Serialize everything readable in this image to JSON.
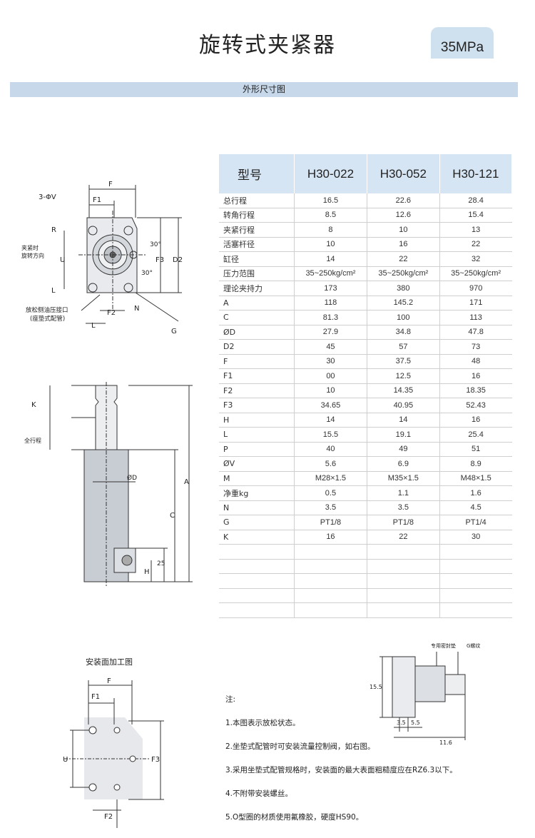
{
  "header": {
    "title": "旋转式夹紧器",
    "pressure": "35MPa"
  },
  "section": {
    "title": "外形尺寸图"
  },
  "table": {
    "header_label": "型号",
    "models": [
      "H30-022",
      "H30-052",
      "H30-121"
    ],
    "rows": [
      {
        "label": "总行程",
        "values": [
          "16.5",
          "22.6",
          "28.4"
        ]
      },
      {
        "label": "转角行程",
        "values": [
          "8.5",
          "12.6",
          "15.4"
        ]
      },
      {
        "label": "夹紧行程",
        "values": [
          "8",
          "10",
          "13"
        ]
      },
      {
        "label": "活塞杆径",
        "values": [
          "10",
          "16",
          "22"
        ]
      },
      {
        "label": "缸径",
        "values": [
          "14",
          "22",
          "32"
        ]
      },
      {
        "label": "压力范围",
        "values": [
          "35~250kg/cm²",
          "35~250kg/cm²",
          "35~250kg/cm²"
        ]
      },
      {
        "label": "理论夹持力",
        "values": [
          "173",
          "380",
          "970"
        ]
      },
      {
        "label": "A",
        "values": [
          "118",
          "145.2",
          "171"
        ]
      },
      {
        "label": "C",
        "values": [
          "81.3",
          "100",
          "113"
        ]
      },
      {
        "label": "ØD",
        "values": [
          "27.9",
          "34.8",
          "47.8"
        ]
      },
      {
        "label": "D2",
        "values": [
          "45",
          "57",
          "73"
        ]
      },
      {
        "label": "F",
        "values": [
          "30",
          "37.5",
          "48"
        ]
      },
      {
        "label": "F1",
        "values": [
          "00",
          "12.5",
          "16"
        ]
      },
      {
        "label": "F2",
        "values": [
          "10",
          "14.35",
          "18.35"
        ]
      },
      {
        "label": "F3",
        "values": [
          "34.65",
          "40.95",
          "52.43"
        ]
      },
      {
        "label": "H",
        "values": [
          "14",
          "14",
          "16"
        ]
      },
      {
        "label": "L",
        "values": [
          "15.5",
          "19.1",
          "25.4"
        ]
      },
      {
        "label": "P",
        "values": [
          "40",
          "49",
          "51"
        ]
      },
      {
        "label": "ØV",
        "values": [
          "5.6",
          "6.9",
          "8.9"
        ]
      },
      {
        "label": "M",
        "values": [
          "M28×1.5",
          "M35×1.5",
          "M48×1.5"
        ]
      },
      {
        "label": "净重kg",
        "values": [
          "0.5",
          "1.1",
          "1.6"
        ]
      },
      {
        "label": "N",
        "values": [
          "3.5",
          "3.5",
          "4.5"
        ]
      },
      {
        "label": "G",
        "values": [
          "PT1/8",
          "PT1/8",
          "PT1/4"
        ]
      },
      {
        "label": "K",
        "values": [
          "16",
          "22",
          "30"
        ]
      },
      {
        "label": "",
        "values": [
          "",
          "",
          ""
        ]
      },
      {
        "label": "",
        "values": [
          "",
          "",
          ""
        ]
      },
      {
        "label": "",
        "values": [
          "",
          "",
          ""
        ]
      },
      {
        "label": "",
        "values": [
          "",
          "",
          ""
        ]
      },
      {
        "label": "",
        "values": [
          "",
          "",
          ""
        ]
      }
    ]
  },
  "top_view": {
    "labels": {
      "v": "3-ΦV",
      "f": "F",
      "f1": "F1",
      "r": "R",
      "u": "U",
      "l_side": "L",
      "d2": "D2",
      "f3": "F3",
      "deg30a": "30°",
      "deg30b": "30°",
      "f2": "F2",
      "n": "N",
      "l_bottom": "L",
      "g": "G",
      "clamp_dir_1": "夹紧时",
      "clamp_dir_2": "旋转方向",
      "port_1": "放松侧油压接口",
      "port_2": "(座垫式配管)"
    }
  },
  "side_view": {
    "labels": {
      "k": "K",
      "full_stroke": "全行程",
      "a": "A",
      "c": "C",
      "d": "ØD",
      "h": "H",
      "dim25": "25"
    }
  },
  "mount": {
    "title": "安装面加工图",
    "labels": {
      "f": "F",
      "f1": "F1",
      "f2": "F2",
      "f3": "F3",
      "u": "U"
    }
  },
  "fitting": {
    "labels": {
      "seal": "专用密封垫",
      "g": "G螺纹",
      "dim155": "15.5",
      "dim35": "3.5",
      "dim55": "5.5",
      "dim116": "11.6"
    }
  },
  "notes": {
    "heading": "注:",
    "items": [
      "1.本图表示放松状态。",
      "2.坐垫式配管时可安装流量控制阀，如右图。",
      "3.采用坐垫式配管规格时，安装面的最大表面粗糙度应在RZ6.3以下。",
      "4.不附带安装螺丝。",
      "5.O型圈的材质使用氟橡胶，硬度HS90。"
    ]
  }
}
